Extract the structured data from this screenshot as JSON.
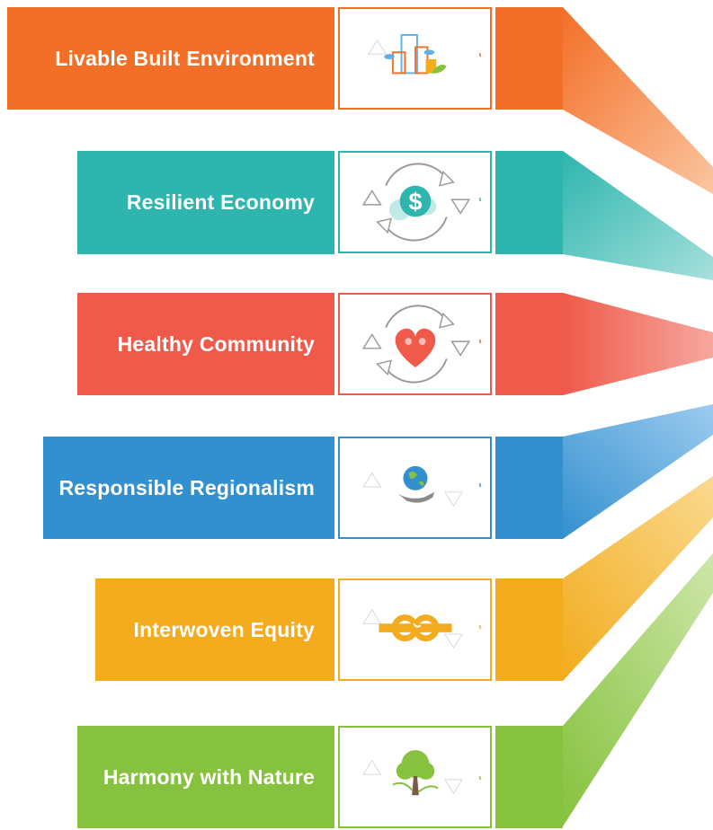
{
  "pillars": [
    {
      "label": "Livable Built Environment",
      "color": "#f36f27",
      "icon": "buildings-icon"
    },
    {
      "label": "Resilient Economy",
      "color": "#2db5ae",
      "icon": "dollar-cycle-icon"
    },
    {
      "label": "Healthy Community",
      "color": "#ef5a4a",
      "icon": "heart-cycle-icon"
    },
    {
      "label": "Responsible Regionalism",
      "color": "#3390cf",
      "icon": "globe-hand-icon"
    },
    {
      "label": "Interwoven Equity",
      "color": "#f2ac1d",
      "icon": "knot-icon"
    },
    {
      "label": "Harmony with Nature",
      "color": "#86c23e",
      "icon": "tree-icon"
    }
  ]
}
